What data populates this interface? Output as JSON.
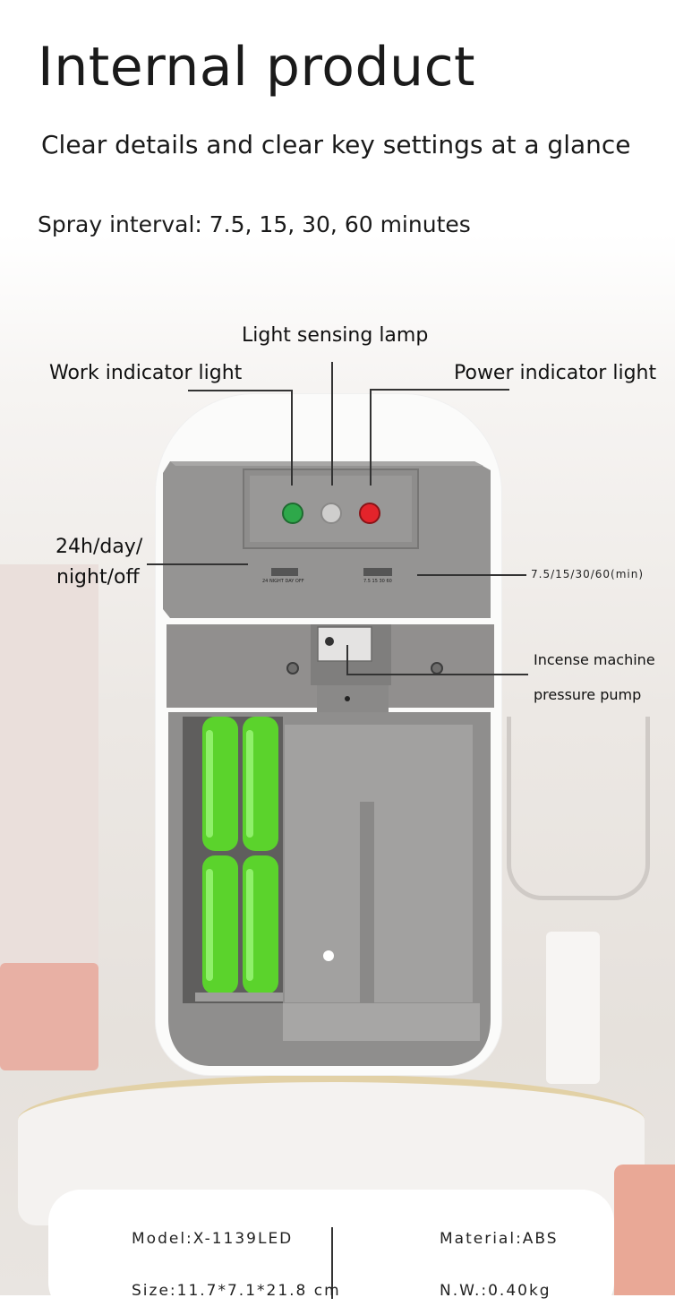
{
  "heading": {
    "title": "Internal product",
    "subtitle": "Clear details and clear key settings at a glance",
    "spray_interval": "Spray interval: 7.5, 15, 30, 60 minutes"
  },
  "callouts": {
    "light_sensing_lamp": "Light sensing lamp",
    "work_indicator_light": "Work indicator light",
    "power_indicator_light": "Power indicator light",
    "mode_switch_line1": "24h/day/",
    "mode_switch_line2": "night/off",
    "interval_switch": "7.5/15/30/60(min)",
    "pump_line1": "Incense machine",
    "pump_line2": "pressure pump"
  },
  "device": {
    "mode_switch_print": "24 NIGHT DAY OFF",
    "interval_switch_print": "7.5 15 30 60"
  },
  "specs": {
    "model": "Model:X-1139LED",
    "material": "Material:ABS",
    "size": "Size:11.7*7.1*21.8 cm",
    "weight": "N.W.:0.40kg"
  }
}
